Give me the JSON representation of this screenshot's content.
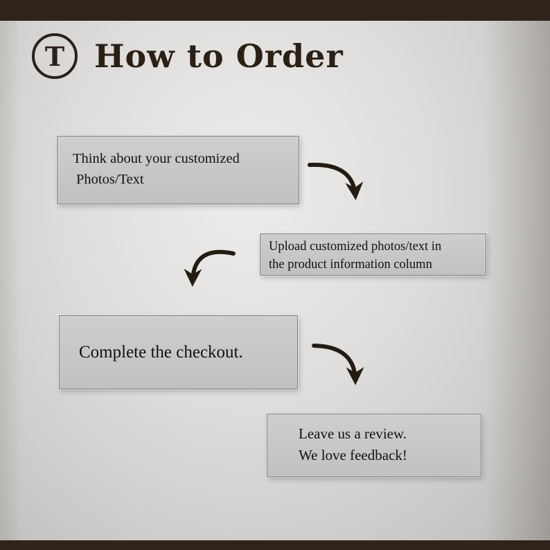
{
  "header": {
    "logo_letter": "T",
    "title": "How to Order"
  },
  "steps": [
    {
      "lines": [
        "Think about your customized",
        "Photos/Text"
      ]
    },
    {
      "lines": [
        "Upload customized photos/text in",
        "the product information column"
      ]
    },
    {
      "lines": [
        "Complete the checkout."
      ]
    },
    {
      "lines": [
        "Leave us a review.",
        "We love feedback!"
      ]
    }
  ],
  "colors": {
    "bar_brown": "#2f241c",
    "ink": "#261c12",
    "box_background": "#c8c7c5",
    "box_border": "#7e7e7e"
  }
}
